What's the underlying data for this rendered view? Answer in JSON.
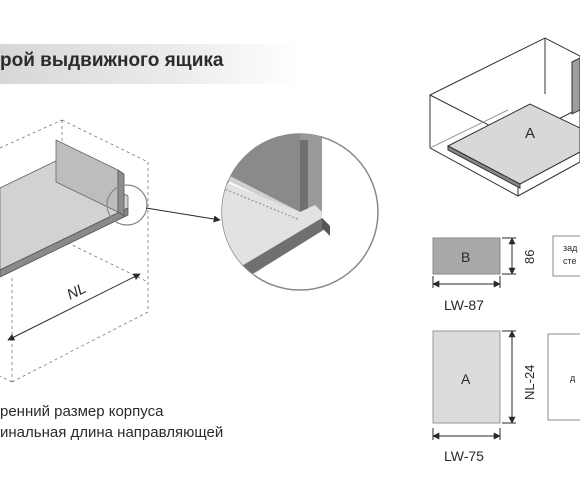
{
  "title": "рой выдвижного ящика",
  "legend": [
    "ренний размер корпуса",
    "инальная длина направляющей"
  ],
  "drawing": {
    "nl_label": "NL",
    "box_label_a": "A",
    "panel_b": {
      "label": "B",
      "width_label": "LW-87",
      "height_label": "86",
      "note": [
        "зад",
        "сте"
      ]
    },
    "panel_a": {
      "label": "A",
      "width_label": "LW-75",
      "height_label": "NL-24",
      "note": [
        "д"
      ]
    }
  },
  "colors": {
    "panel_b_fill": "#a8a8a8",
    "panel_a_fill": "#dcdcdc",
    "side_panel": "#bdbdbd",
    "title_band": "#d7d7d7"
  }
}
